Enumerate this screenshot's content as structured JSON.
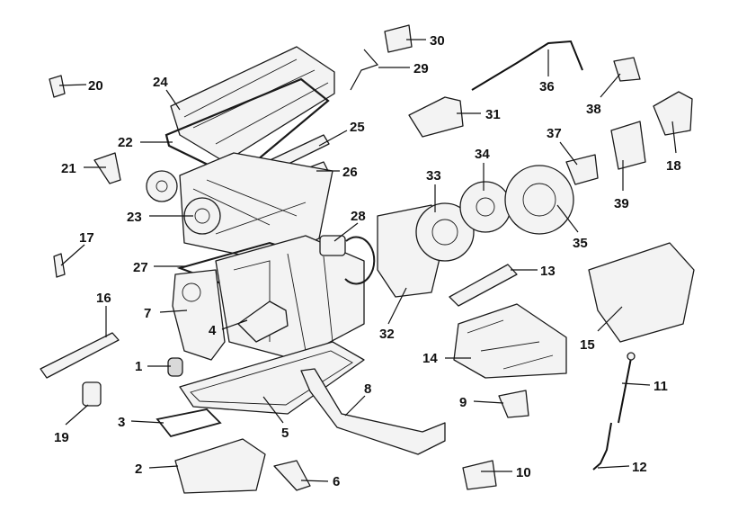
{
  "callouts": [
    {
      "id": "1",
      "label": "1"
    },
    {
      "id": "2",
      "label": "2"
    },
    {
      "id": "3",
      "label": "3"
    },
    {
      "id": "4",
      "label": "4"
    },
    {
      "id": "5",
      "label": "5"
    },
    {
      "id": "6",
      "label": "6"
    },
    {
      "id": "7",
      "label": "7"
    },
    {
      "id": "8",
      "label": "8"
    },
    {
      "id": "9",
      "label": "9"
    },
    {
      "id": "10",
      "label": "10"
    },
    {
      "id": "11",
      "label": "11"
    },
    {
      "id": "12",
      "label": "12"
    },
    {
      "id": "13",
      "label": "13"
    },
    {
      "id": "14",
      "label": "14"
    },
    {
      "id": "15",
      "label": "15"
    },
    {
      "id": "16",
      "label": "16"
    },
    {
      "id": "17",
      "label": "17"
    },
    {
      "id": "18",
      "label": "18"
    },
    {
      "id": "19",
      "label": "19"
    },
    {
      "id": "20",
      "label": "20"
    },
    {
      "id": "21",
      "label": "21"
    },
    {
      "id": "22",
      "label": "22"
    },
    {
      "id": "23",
      "label": "23"
    },
    {
      "id": "24",
      "label": "24"
    },
    {
      "id": "25",
      "label": "25"
    },
    {
      "id": "26",
      "label": "26"
    },
    {
      "id": "27",
      "label": "27"
    },
    {
      "id": "28",
      "label": "28"
    },
    {
      "id": "29",
      "label": "29"
    },
    {
      "id": "30",
      "label": "30"
    },
    {
      "id": "31",
      "label": "31"
    },
    {
      "id": "32",
      "label": "32"
    },
    {
      "id": "33",
      "label": "33"
    },
    {
      "id": "34",
      "label": "34"
    },
    {
      "id": "35",
      "label": "35"
    },
    {
      "id": "36",
      "label": "36"
    },
    {
      "id": "37",
      "label": "37"
    },
    {
      "id": "38",
      "label": "38"
    },
    {
      "id": "39",
      "label": "39"
    }
  ],
  "colors": {
    "line": "#111111",
    "part_fill": "#f3f3f3",
    "background": "#ffffff"
  }
}
